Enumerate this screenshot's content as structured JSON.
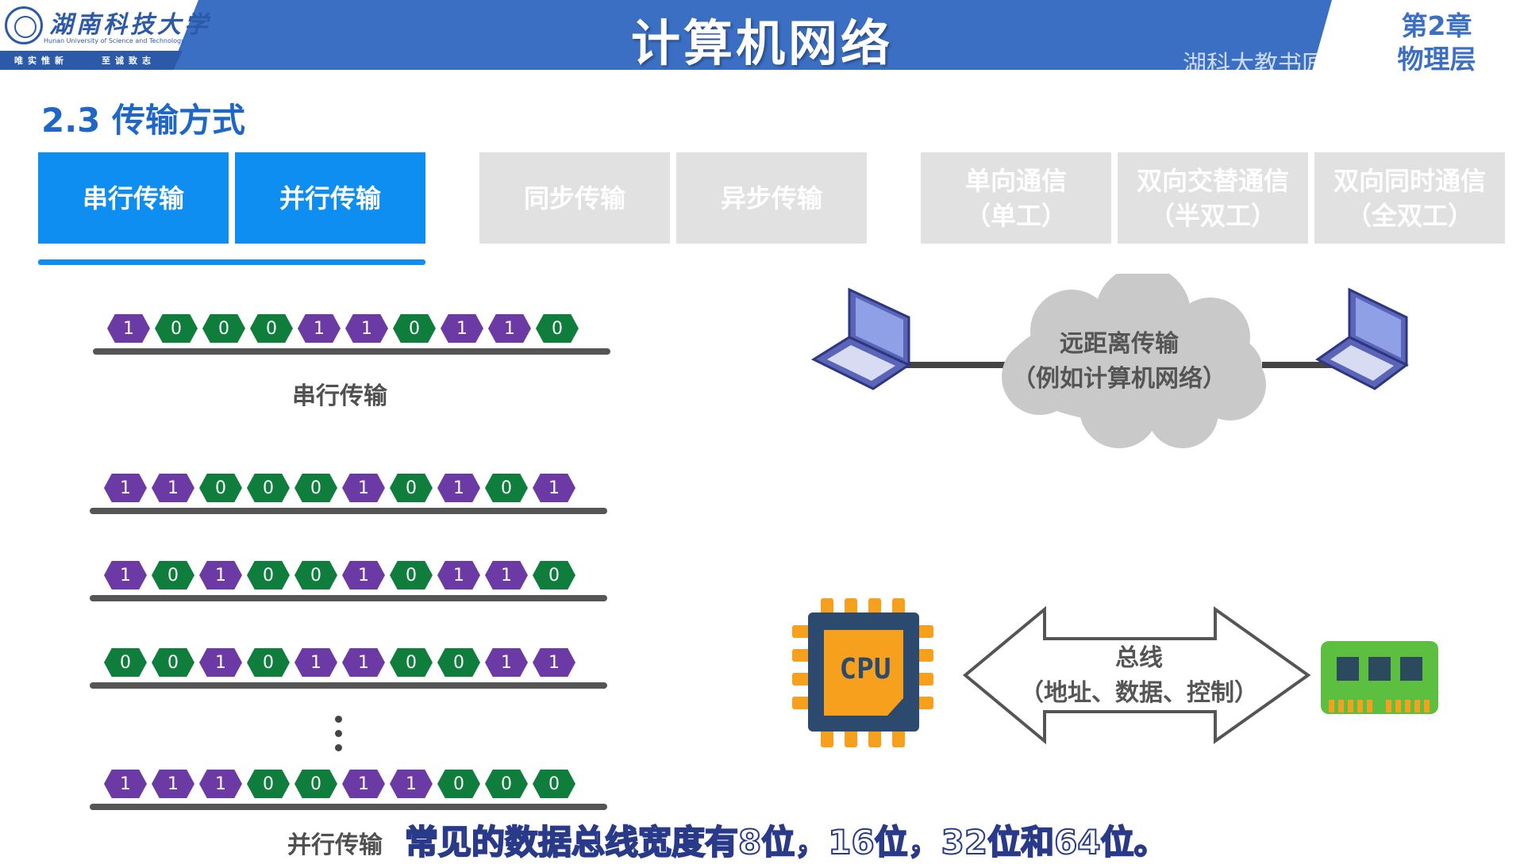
{
  "header": {
    "university_cn": "湖南科技大学",
    "university_en": "Hunan University of Science and Technology",
    "motto_left": "唯实惟新",
    "motto_right": "至诚致志",
    "title": "计算机网络",
    "watermark": "湖科大教书匠",
    "chapter_num": "第2章",
    "chapter_name": "物理层"
  },
  "section_title": "2.3 传输方式",
  "tabs": [
    {
      "line1": "串行传输",
      "line2": "",
      "active": true
    },
    {
      "line1": "并行传输",
      "line2": "",
      "active": true
    },
    {
      "line1": "同步传输",
      "line2": "",
      "active": false
    },
    {
      "line1": "异步传输",
      "line2": "",
      "active": false
    },
    {
      "line1": "单向通信",
      "line2": "（单工）",
      "active": false
    },
    {
      "line1": "双向交替通信",
      "line2": "（半双工）",
      "active": false
    },
    {
      "line1": "双向同时通信",
      "line2": "（全双工）",
      "active": false
    }
  ],
  "serial": {
    "bits": [
      "1",
      "0",
      "0",
      "0",
      "1",
      "1",
      "0",
      "1",
      "1",
      "0"
    ],
    "label": "串行传输"
  },
  "parallel": {
    "rows": [
      [
        "1",
        "1",
        "0",
        "0",
        "0",
        "1",
        "0",
        "1",
        "0",
        "1"
      ],
      [
        "1",
        "0",
        "1",
        "0",
        "0",
        "1",
        "0",
        "1",
        "1",
        "0"
      ],
      [
        "0",
        "0",
        "1",
        "0",
        "1",
        "1",
        "0",
        "0",
        "1",
        "1"
      ],
      [
        "1",
        "1",
        "1",
        "0",
        "0",
        "1",
        "1",
        "0",
        "0",
        "0"
      ]
    ],
    "label": "并行传输"
  },
  "cloud": {
    "line1": "远距离传输",
    "line2": "（例如计算机网络）"
  },
  "bus": {
    "cpu_label": "CPU",
    "line1": "总线",
    "line2": "（地址、数据、控制）"
  },
  "subtitle": "常见的数据总线宽度有8位，16位，32位和64位。",
  "colors": {
    "header_blue": "#3a6fc4",
    "tab_active": "#0d8ef0",
    "tab_inactive": "#e1e1e1",
    "bit_one": "#6c3aa5",
    "bit_zero": "#0f7d3c"
  }
}
